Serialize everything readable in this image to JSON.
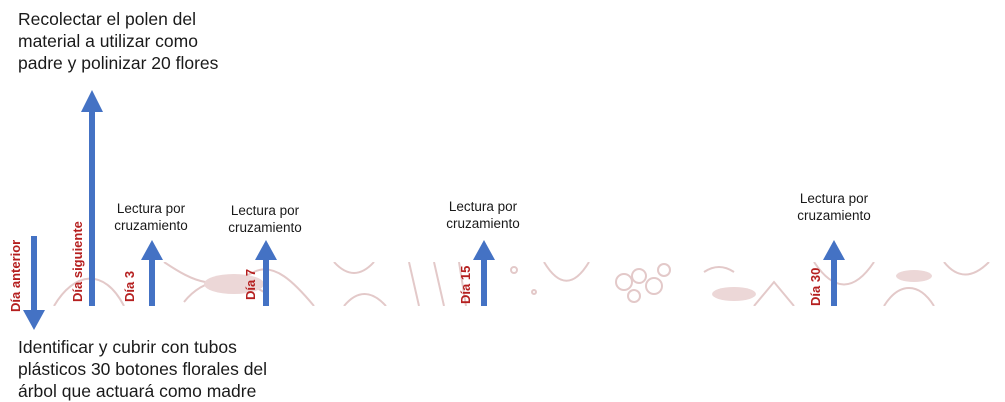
{
  "top_note": "Recolectar el polen del\nmaterial a utilizar como\npadre y polinizar 20 flores",
  "bottom_note": "Identificar y cubrir con tubos\nplásticos 30 botones florales del\nárbol que actuará como madre",
  "days": {
    "anterior": "Día anterior",
    "siguiente": "Día siguiente",
    "d3": "Día 3",
    "d7": "Día 7",
    "d15": "Día 15",
    "d30": "Día 30"
  },
  "readings": {
    "d3": "Lectura por\ncruzamiento",
    "d7": "Lectura por\ncruzamiento",
    "d15": "Lectura por\ncruzamiento",
    "d30": "Lectura por\ncruzamiento"
  },
  "colors": {
    "arrow": "#4472c4",
    "day_label": "#b51f1f",
    "band_pattern": "#e3c9c9"
  }
}
